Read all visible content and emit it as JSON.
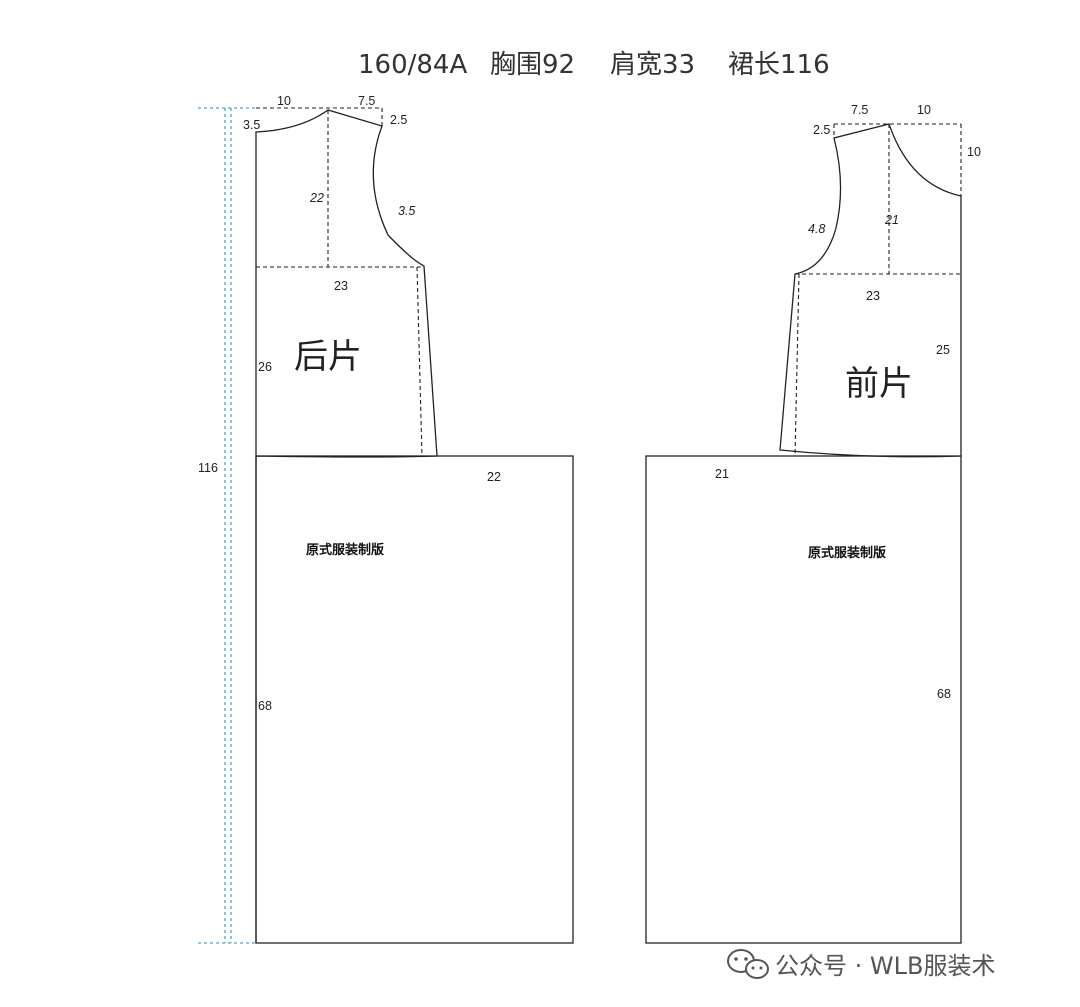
{
  "header": {
    "size_label": "160/84A",
    "bust_label": "胸围92",
    "shoulder_label": "肩宽33",
    "skirt_length_label": "裙长116"
  },
  "total_length_label": "116",
  "back_piece": {
    "name": "后片",
    "brand": "原式服装制版",
    "dims": {
      "neck_width": "10",
      "shoulder_width": "7.5",
      "neck_depth": "3.5",
      "shoulder_drop": "2.5",
      "armhole_depth": "22",
      "armhole_curve": "3.5",
      "bust_width": "23",
      "bodice_length": "26",
      "skirt_width": "22",
      "skirt_length": "68"
    }
  },
  "front_piece": {
    "name": "前片",
    "brand": "原式服装制版",
    "dims": {
      "shoulder_width": "7.5",
      "neck_width": "10",
      "shoulder_drop": "2.5",
      "neck_depth": "10",
      "armhole_curve": "4.8",
      "armhole_depth": "21",
      "bust_width": "23",
      "bodice_length": "25",
      "skirt_width": "21",
      "skirt_length": "68"
    }
  },
  "watermark": {
    "text": "公众号 · WLB服装术",
    "icon": "wechat-icon"
  }
}
